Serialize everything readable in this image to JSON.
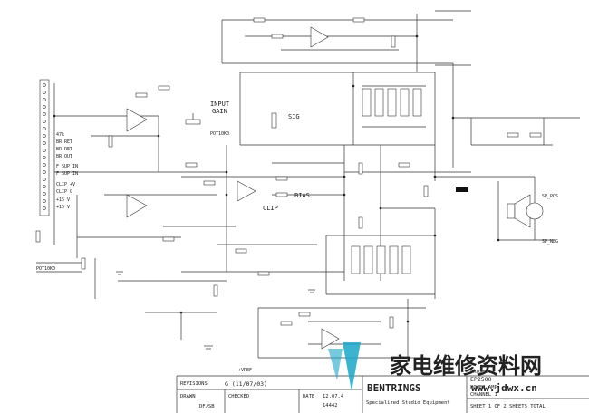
{
  "labels": {
    "input_gain": [
      "INPUT",
      "GAIN"
    ],
    "clip": "CLIP",
    "bias": "BIAS",
    "sig": "SIG",
    "pot1": "POT10K0",
    "pot2": "POT10K0",
    "vref": "+VREF"
  },
  "connector": {
    "pins": [
      "47k",
      "BR RET",
      "BR RET",
      "BR OUT",
      "F SUP IN",
      "F SUP IN",
      "CLIP +V",
      "CLIP G",
      "+15 V",
      "+15 V"
    ]
  },
  "outputs": [
    "SP_POS",
    "SP_NEG"
  ],
  "title_block": {
    "revisions_label": "REVISIONS",
    "revision": "G (11/07/03)",
    "drawn_label": "DRAWN",
    "drawn": "DF/SB",
    "checked_label": "CHECKED",
    "date_label": "DATE",
    "date": "12.07.4",
    "number": "14442",
    "company": "Specialized Studio Equipment",
    "project_label": "PROJECT",
    "project": "EP2500",
    "description": [
      "POWER AMP",
      "CHANNEL 1"
    ],
    "sheet": "SHEET 1 OF 2 SHEETS TOTAL"
  },
  "watermark": {
    "brand": "BENTRINGS",
    "chinese": "家电维修资料网",
    "url": "www.jdwx.cn",
    "brand_color": "#1aa7c9"
  }
}
